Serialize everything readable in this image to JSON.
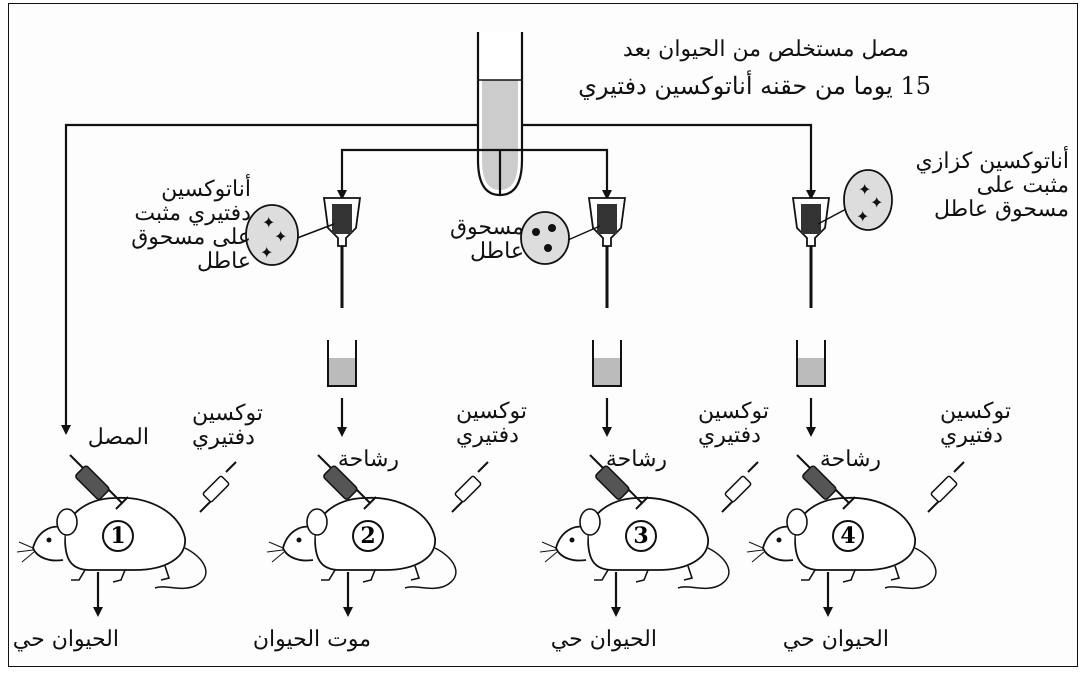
{
  "top": {
    "serum_line1": "مصل مستخلص من الحيوان بعد",
    "serum_line2": "15 يوما من حقنه  أناتوكسين دفتيري"
  },
  "columns": [
    {
      "id": "1",
      "serum_label": "المصل",
      "toxin_label": "توكسين\nدفتيري",
      "result": "الحيوان حي"
    },
    {
      "id": "2",
      "powder_label": "أناتوكسين\nدفتيري مثبت\nعلى مسحوق\nعاطل",
      "filtrate_label": "رشاحة",
      "toxin_label": "توكسين\nدفتيري",
      "result": "موت الحيوان"
    },
    {
      "id": "3",
      "powder_label": "مسحوق\nعاطل",
      "filtrate_label": "رشاحة",
      "toxin_label": "توكسين\nدفتيري",
      "result": "الحيوان حي"
    },
    {
      "id": "4",
      "powder_label": "أناتوكسين كزازي\nمثبت على\nمسحوق عاطل",
      "filtrate_label": "رشاحة",
      "toxin_label": "توكسين\nدفتيري",
      "result": "الحيوان حي"
    }
  ]
}
